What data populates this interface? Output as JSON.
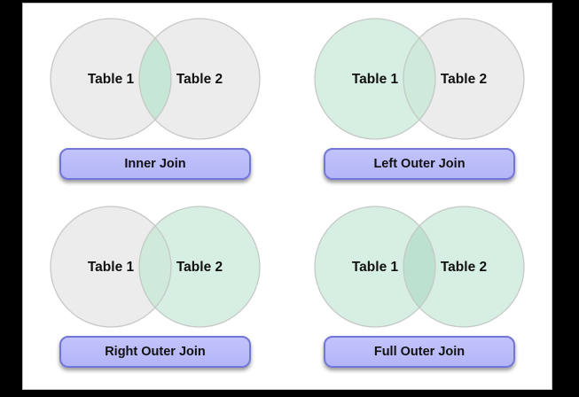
{
  "theme": {
    "outer-bg": "#000000",
    "page-bg": "#ffffff",
    "page-border": "#bdbdbd",
    "circle-stroke": "#c4c9c6",
    "label-color": "#111111",
    "button-bg-top": "#c2c3fb",
    "button-bg": "#b4b5f8",
    "button-border": "#7276d8",
    "button-shadow": "rgba(70,70,70,0.55)"
  },
  "colors": {
    "circle_gray": "#ececec",
    "circle_green": "#d7efe3",
    "overlap_inner": "#c7e7d6",
    "overlap_single_outer": "#cfe9db",
    "overlap_full": "#bce2cf"
  },
  "panels": [
    {
      "id": "inner-join",
      "table1": "Table 1",
      "table2": "Table 2",
      "label": "Inner Join",
      "colors": {
        "left": "#ececec",
        "right": "#ececec",
        "overlap": "#c7e7d6"
      }
    },
    {
      "id": "left-outer-join",
      "table1": "Table 1",
      "table2": "Table 2",
      "label": "Left Outer Join",
      "colors": {
        "left": "#d7efe3",
        "right": "#ececec",
        "overlap": "#cfe9db"
      }
    },
    {
      "id": "right-outer-join",
      "table1": "Table 1",
      "table2": "Table 2",
      "label": "Right Outer Join",
      "colors": {
        "left": "#ececec",
        "right": "#d7efe3",
        "overlap": "#cfe9db"
      }
    },
    {
      "id": "full-outer-join",
      "table1": "Table 1",
      "table2": "Table 2",
      "label": "Full Outer Join",
      "colors": {
        "left": "#d7efe3",
        "right": "#d7efe3",
        "overlap": "#bce2cf"
      }
    }
  ]
}
